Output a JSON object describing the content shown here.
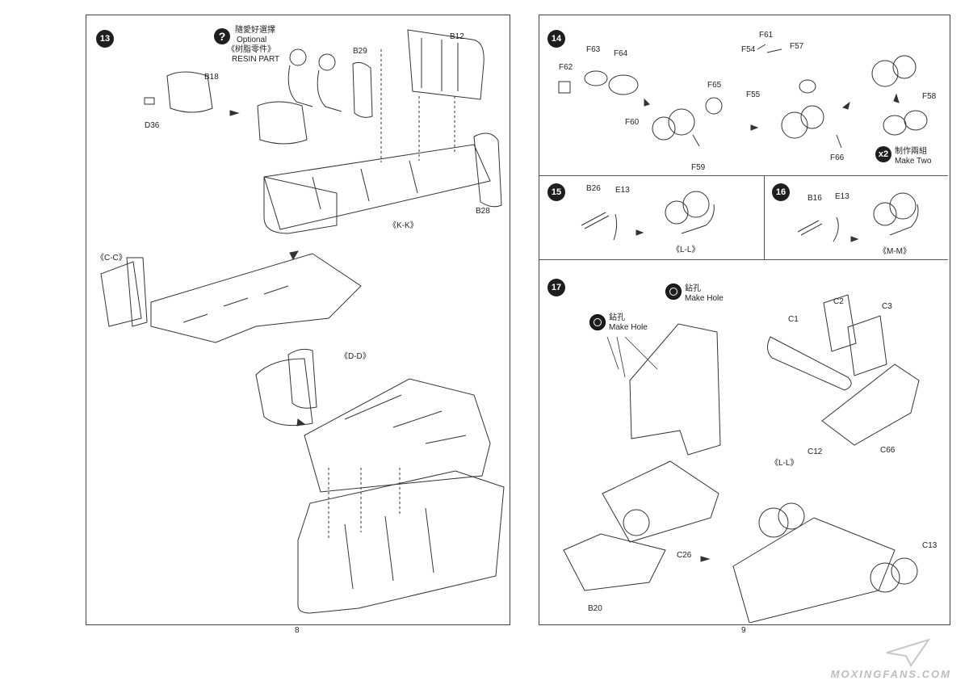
{
  "left_page": {
    "step13": {
      "number": "13",
      "optional_cn": "隨愛好選擇",
      "optional_en": "Optional",
      "resin_cn": "《树脂零件》",
      "resin_en": "RESIN PART",
      "parts": [
        "B18",
        "D36",
        "B29",
        "B12",
        "B28",
        "《K-K》",
        "《C-C》",
        "《D-D》"
      ]
    },
    "page_number": "8"
  },
  "right_page": {
    "step14": {
      "number": "14",
      "parts": [
        "F63",
        "F64",
        "F62",
        "F65",
        "F60",
        "F59",
        "F61",
        "F54",
        "F57",
        "F55",
        "F66",
        "F58"
      ],
      "make_two_cn": "制作兩組",
      "make_two_en": "Make Two",
      "multiplier": "x2"
    },
    "step15": {
      "number": "15",
      "parts": [
        "B26",
        "E13"
      ],
      "assembly": "《L-L》"
    },
    "step16": {
      "number": "16",
      "parts": [
        "B16",
        "E13"
      ],
      "assembly": "《M-M》"
    },
    "step17": {
      "number": "17",
      "drill1_cn": "鉆孔",
      "drill1_en": "Make Hole",
      "drill2_cn": "鉆孔",
      "drill2_en": "Make Hole",
      "parts": [
        "C1",
        "C2",
        "C3",
        "C66",
        "C12",
        "《L-L》",
        "C26",
        "C13",
        "B20"
      ]
    },
    "page_number": "9"
  },
  "watermark": "MOXINGFANS.COM"
}
